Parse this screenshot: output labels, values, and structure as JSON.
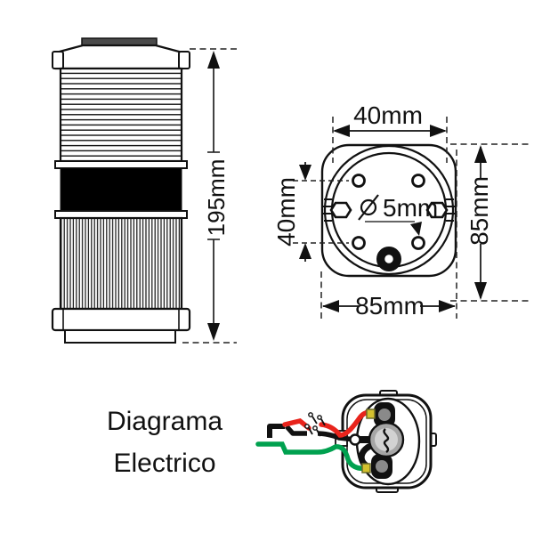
{
  "page": {
    "background": "#ffffff"
  },
  "side_view": {
    "height_dim_label": "195mm"
  },
  "top_view": {
    "top_dim_label": "40mm",
    "left_dim_label": "40mm",
    "right_dim_label": "85mm",
    "bottom_dim_label": "85mm",
    "hole_diameter_symbol": "⌀",
    "hole_diameter_label": "5mm"
  },
  "electrical": {
    "title_line1": "Diagrama",
    "title_line2": "Electrico"
  },
  "colors": {
    "line": "#111111",
    "cap_gray": "#4a4a4a",
    "wire_red": "#e8241c",
    "wire_green": "#00a14f",
    "wire_black": "#111111",
    "connector_yellow": "#d4c12e",
    "connector_yellow_edge": "#6b6b2a",
    "screw_gray": "#a6a6a6",
    "screw_gray_light": "#d2d2d2",
    "terminal_gray": "#8a8a8a"
  }
}
